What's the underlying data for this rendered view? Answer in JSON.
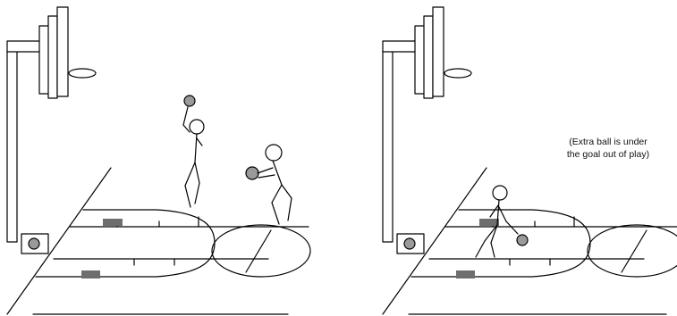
{
  "figure": {
    "panels": [
      {
        "id": "left",
        "description_shown": false
      },
      {
        "id": "right",
        "description_shown": false
      }
    ],
    "annotation": {
      "line1": "(Extra ball is under",
      "line2": "the goal out of play)"
    },
    "colors": {
      "ink": "#000000",
      "ball": "#9a9a9a",
      "marker": "#6e6e6e",
      "background": "#ffffff"
    }
  }
}
